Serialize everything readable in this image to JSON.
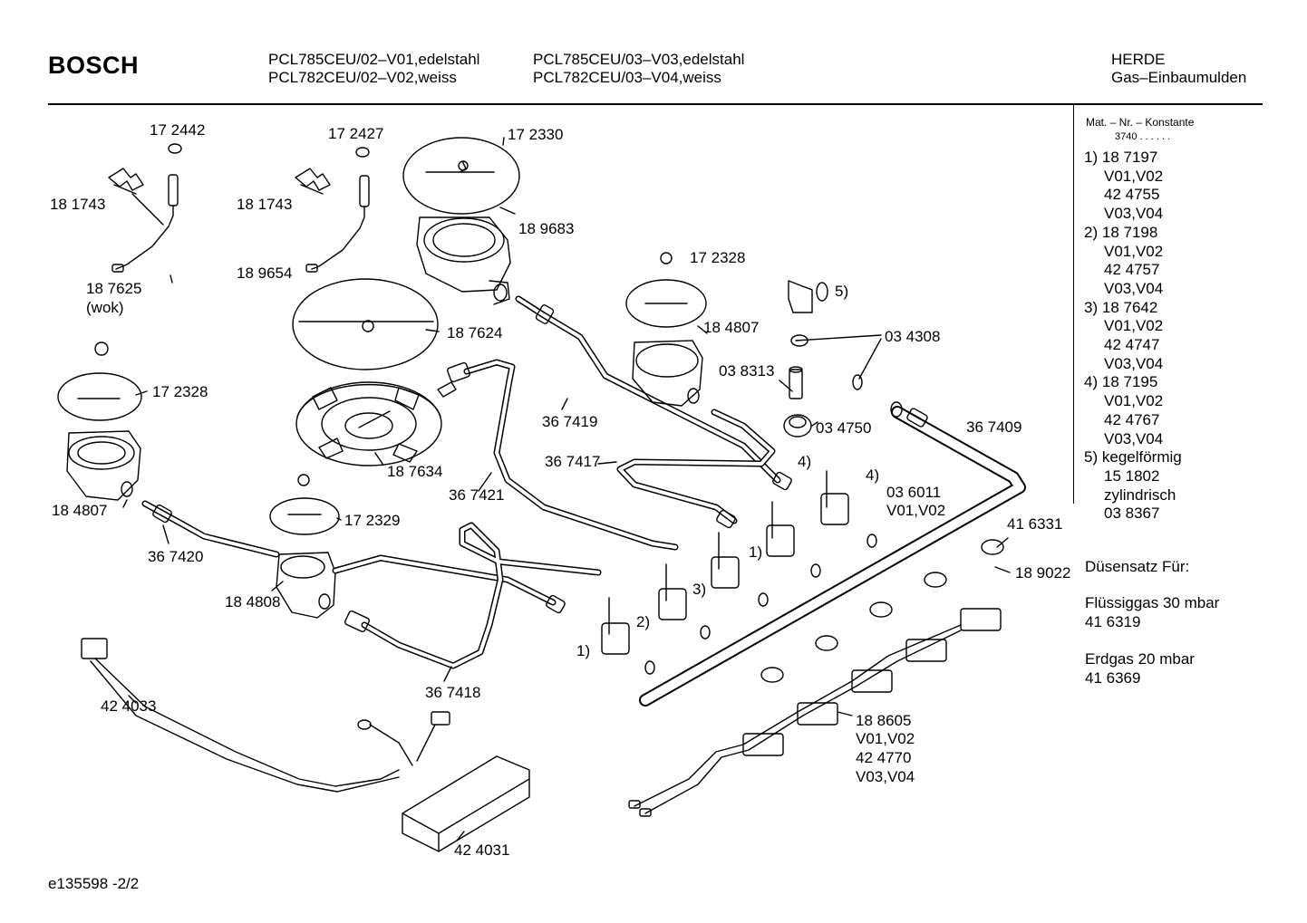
{
  "header": {
    "brand": "BOSCH",
    "models": {
      "col1_line1": "PCL785CEU/02–V01,edelstahl",
      "col1_line2": "PCL782CEU/02–V02,weiss",
      "col2_line1": "PCL785CEU/03–V03,edelstahl",
      "col2_line2": "PCL782CEU/03–V04,weiss"
    },
    "category_line1": "HERDE",
    "category_line2": "Gas–Einbaumulden"
  },
  "sidebar": {
    "title": "Mat. – Nr. – Konstante",
    "constant": "3740  .   .    .  .  .  .",
    "notes": [
      {
        "ref": "1)",
        "lines": [
          "18 7197",
          "V01,V02",
          "42 4755",
          "V03,V04"
        ]
      },
      {
        "ref": "2)",
        "lines": [
          "18 7198",
          "V01,V02",
          "42 4757",
          "V03,V04"
        ]
      },
      {
        "ref": "3)",
        "lines": [
          "18 7642",
          "V01,V02",
          "42 4747",
          "V03,V04"
        ]
      },
      {
        "ref": "4)",
        "lines": [
          "18 7195",
          "V01,V02",
          "42 4767",
          "V03,V04"
        ]
      },
      {
        "ref": "5)",
        "lines": [
          "kegelförmig",
          "15 1802",
          "zylindrisch",
          "03 8367"
        ]
      }
    ],
    "nozzle_title": "Düsensatz Für:",
    "lpg_label": "Flüssiggas 30 mbar",
    "lpg_part": "41 6319",
    "ng_label": "Erdgas 20 mbar",
    "ng_part": "41 6369"
  },
  "labels": {
    "p172442": "17 2442",
    "p181743a": "18 1743",
    "p187625": "18 7625",
    "wok": "(wok)",
    "p172427": "17 2427",
    "p181743b": "18 1743",
    "p189654": "18 9654",
    "p172330": "17 2330",
    "p189683": "18 9683",
    "p187624": "18 7624",
    "p187634": "18 7634",
    "p172328a": "17 2328",
    "p184807a": "18 4807",
    "p367420": "36 7420",
    "p172329": "17 2329",
    "p184808": "18 4808",
    "p367421": "36 7421",
    "p367419": "36 7419",
    "p367417": "36 7417",
    "p367418": "36 7418",
    "p172328b": "17 2328",
    "p184807b": "18 4807",
    "p038313": "03 8313",
    "p034308": "03 4308",
    "p034750": "03 4750",
    "p367409": "36 7409",
    "r5": "5)",
    "r4a": "4)",
    "r4b": "4)",
    "p036011": "03 6011",
    "v0102a": "V01,V02",
    "r1a": "1)",
    "r3": "3)",
    "r2": "2)",
    "r1b": "1)",
    "p416331": "41 6331",
    "p189022": "18 9022",
    "p188605": "18 8605",
    "v0102b": "V01,V02",
    "p424770": "42 4770",
    "v0304": "V03,V04",
    "p424033": "42 4033",
    "p424031": "42 4031"
  },
  "footer": {
    "doc_id": "e135598  -2/2"
  }
}
